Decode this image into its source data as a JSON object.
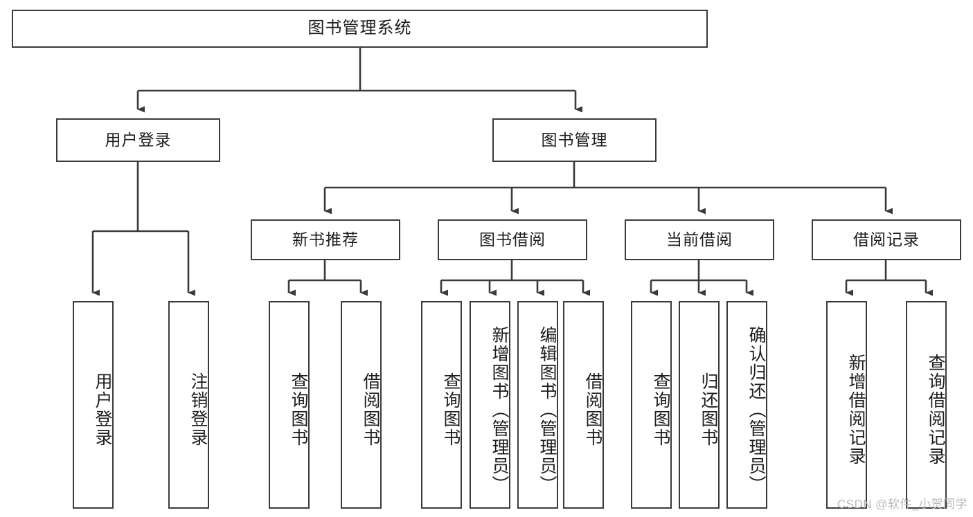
{
  "diagram": {
    "title": "图书管理系统",
    "type": "tree",
    "colors": {
      "stroke": "#3a3a3a",
      "fill": "#ffffff",
      "text": "#1d1d1d",
      "watermark": "#b9b9b9"
    },
    "nodes": {
      "root": {
        "label": "图书管理系统"
      },
      "level2": [
        {
          "id": "user-login",
          "label": "用户登录"
        },
        {
          "id": "book-manage",
          "label": "图书管理"
        }
      ],
      "level3": [
        {
          "id": "new-book-recommend",
          "label": "新书推荐"
        },
        {
          "id": "book-borrow",
          "label": "图书借阅"
        },
        {
          "id": "current-borrow",
          "label": "当前借阅"
        },
        {
          "id": "borrow-record",
          "label": "借阅记录"
        }
      ],
      "leaves_user_login": [
        {
          "id": "leaf-user-login",
          "label": "用户登录"
        },
        {
          "id": "leaf-logout",
          "label": "注销登录"
        }
      ],
      "leaves_new_book_recommend": [
        {
          "id": "leaf-query-book-1",
          "label": "查询图书"
        },
        {
          "id": "leaf-borrow-book-1",
          "label": "借阅图书"
        }
      ],
      "leaves_book_borrow": [
        {
          "id": "leaf-query-book-2",
          "label": "查询图书"
        },
        {
          "id": "leaf-add-book",
          "label": "新增图书（管理员）"
        },
        {
          "id": "leaf-edit-book",
          "label": "编辑图书（管理员）"
        },
        {
          "id": "leaf-borrow-book-2",
          "label": "借阅图书"
        }
      ],
      "leaves_current_borrow": [
        {
          "id": "leaf-query-book-3",
          "label": "查询图书"
        },
        {
          "id": "leaf-return-book",
          "label": "归还图书"
        },
        {
          "id": "leaf-confirm-return",
          "label": "确认归还（管理员）"
        }
      ],
      "leaves_borrow_record": [
        {
          "id": "leaf-add-record",
          "label": "新增借阅记录"
        },
        {
          "id": "leaf-query-record",
          "label": "查询借阅记录"
        }
      ]
    },
    "watermark": "CSDN @软件_小贺同学"
  }
}
